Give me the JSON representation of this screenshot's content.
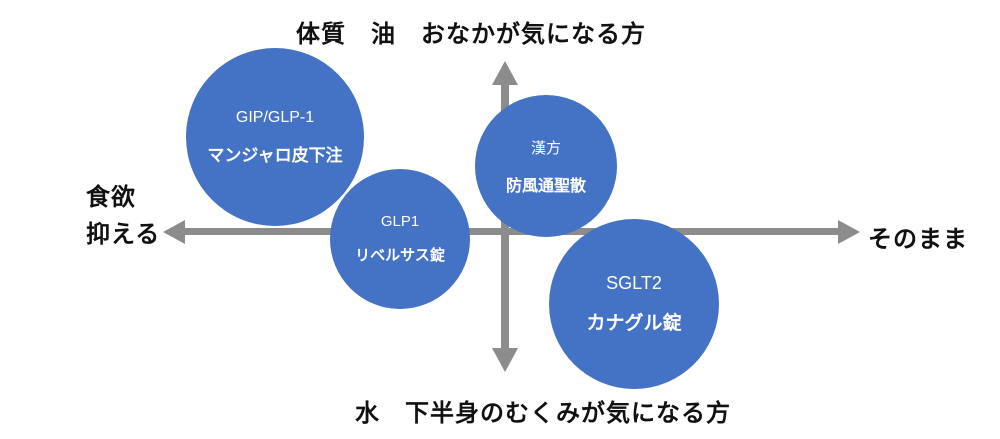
{
  "axes": {
    "top": "体質　油　おなかが気になる方",
    "bottom": "水　下半身のむくみが気になる方",
    "left_line1": "食欲",
    "left_line2": "抑える",
    "right": "そのまま"
  },
  "bubbles": [
    {
      "class_label": "GIP/GLP-1",
      "drug": "マンジャロ皮下注"
    },
    {
      "class_label": "GLP1",
      "drug": "リベルサス錠"
    },
    {
      "class_label": "漢方",
      "drug": "防風通聖散"
    },
    {
      "class_label": "SGLT2",
      "drug": "カナグル錠"
    }
  ],
  "colors": {
    "bubble_blue": "#4472c4",
    "arrow_gray": "#8c8c8c",
    "label_black": "#111111",
    "bubble_text": "#ffffff",
    "background": "#ffffff"
  }
}
